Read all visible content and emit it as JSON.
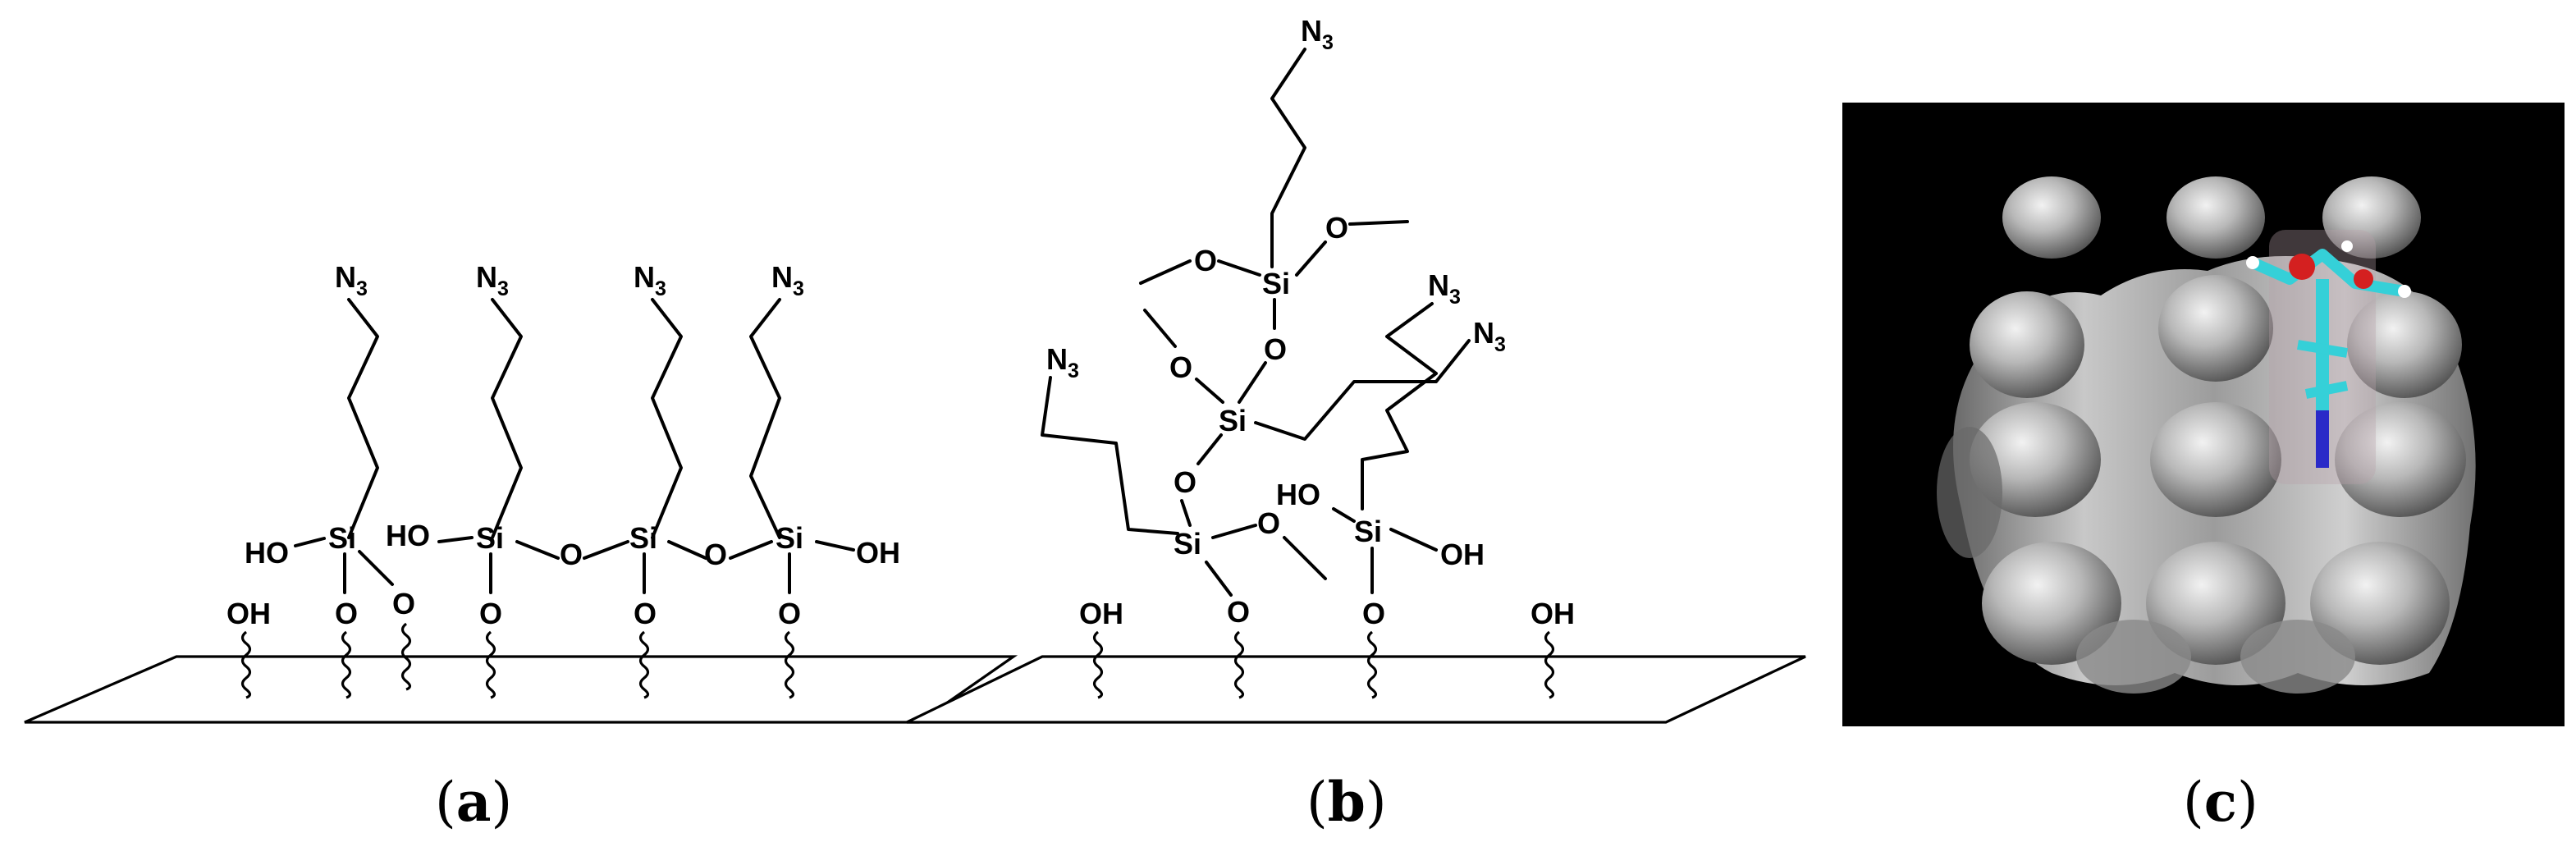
{
  "panels": {
    "a": {
      "label": "a"
    },
    "b": {
      "label": "b"
    },
    "c": {
      "label": "c"
    }
  },
  "atoms": {
    "nitrogen": "N",
    "azide_subscript": "3",
    "silicon": "Si",
    "oxygen": "O",
    "hydroxyl": "OH",
    "hydroxyl_left": "HO"
  },
  "colors": {
    "background": "#ffffff",
    "line": "#000000",
    "render_background": "#000000",
    "molecular_surface": "#9a9a9a",
    "ligand_carbon": "#35d0d8",
    "ligand_oxygen": "#d42020",
    "ligand_nitrogen": "#2a2ac8"
  }
}
